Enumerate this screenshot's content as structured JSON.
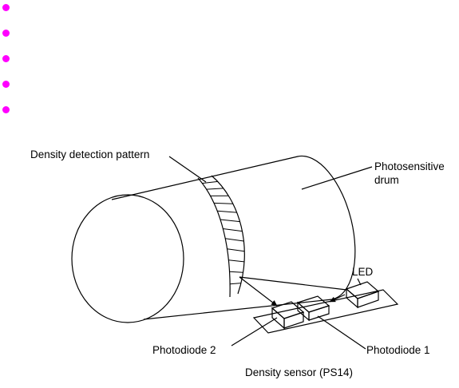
{
  "bullet_color": "#ff00ff",
  "bullet_count": 5,
  "labels": {
    "pattern": "Density detection pattern",
    "drum_line1": "Photosensitive",
    "drum_line2": "drum",
    "led": "LED",
    "photodiode2": "Photodiode 2",
    "photodiode1": "Photodiode 1",
    "sensor": "Density sensor (PS14)"
  }
}
